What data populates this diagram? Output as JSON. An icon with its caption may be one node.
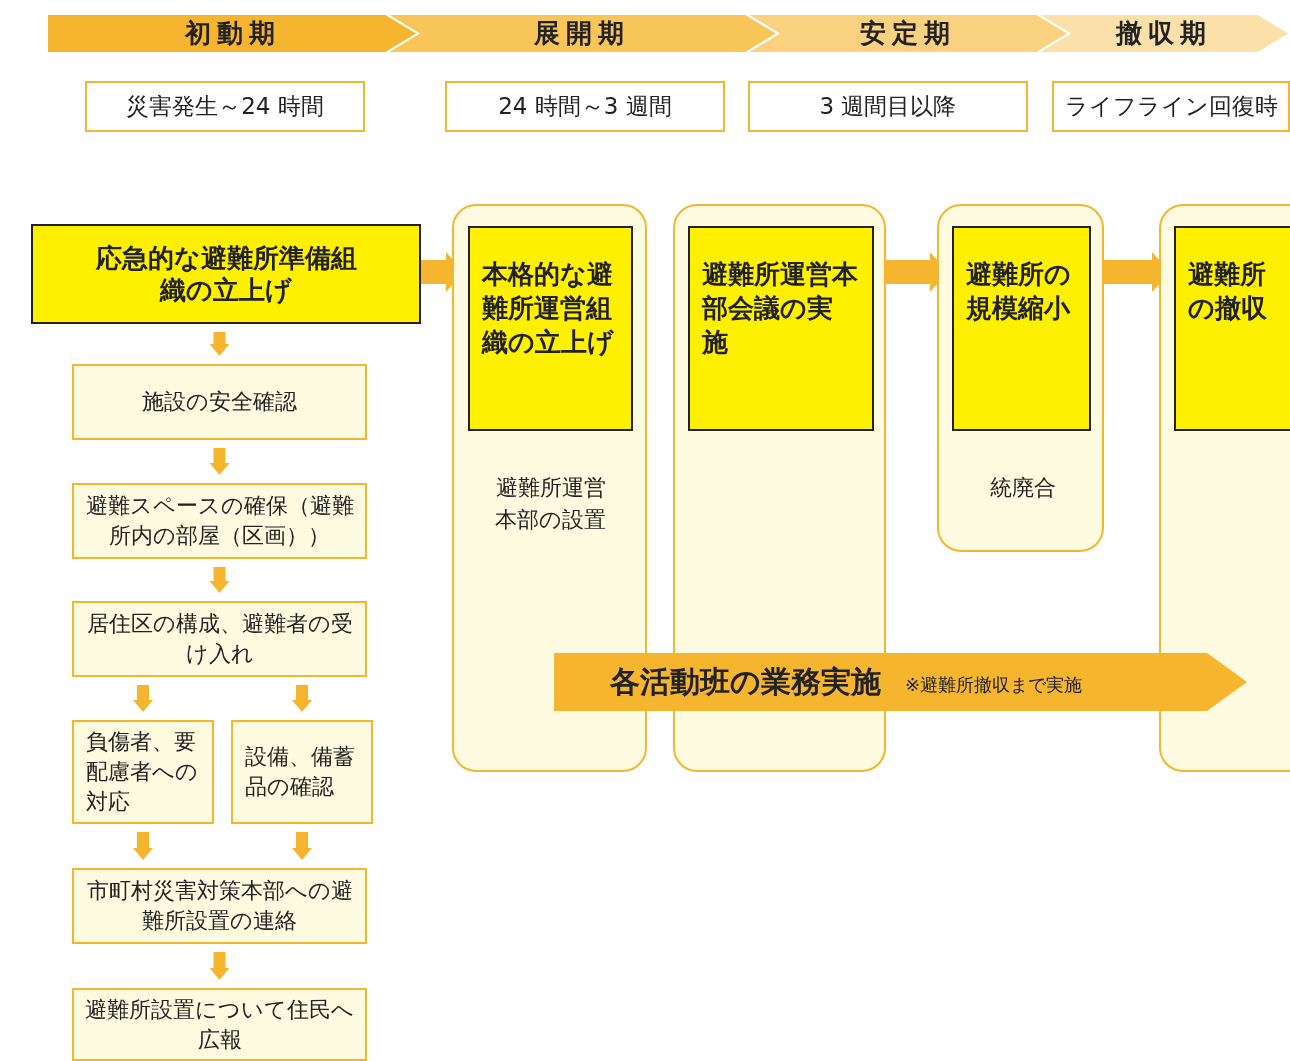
{
  "diagram": {
    "nodes": [
      {
        "text": [
          "初動期"
        ]
      },
      {
        "text": [
          "展開期"
        ]
      },
      {
        "text": [
          "安定期"
        ]
      },
      {
        "text": [
          "撤収期"
        ]
      },
      {
        "text": [
          "災害発生～24 時間"
        ]
      },
      {
        "text": [
          "24 時間～3 週間"
        ]
      },
      {
        "text": [
          "3 週間目以降"
        ]
      },
      {
        "text": [
          "ライフライン回復時"
        ]
      },
      {
        "text": [
          "応急的な避難所準備組織の立上げ"
        ]
      },
      {
        "text": [
          "施設の安全確認"
        ]
      },
      {
        "text": [
          "避難スペースの確保（避難所内の部屋（区画））"
        ]
      },
      {
        "text": [
          "居住区の構成、避難者の受け入れ"
        ]
      },
      {
        "text": [
          "負傷者、要配慮者への対応"
        ]
      },
      {
        "text": [
          "設備、備蓄品の確認"
        ]
      },
      {
        "text": [
          "市町村災害対策本部への避難所設置の連絡"
        ]
      },
      {
        "text": [
          "避難所設置について住民へ広報"
        ]
      },
      {
        "text": [
          "避難所運営本部の設置"
        ]
      },
      {
        "text": [
          "本格的な避難所運営組織の立上げ"
        ],
        "in": 16
      },
      {
        "text": [],
        "shape": "box"
      },
      {
        "text": [
          "避難所運営本部会議の実施"
        ],
        "in": 18
      },
      {
        "text": [
          "統廃合"
        ]
      },
      {
        "text": [
          "避難所の規模縮小"
        ],
        "in": 20
      },
      {
        "text": [],
        "shape": "box"
      },
      {
        "text": [
          "避難所の撤収"
        ],
        "in": 22
      },
      {
        "text": [
          "各活動班の業務実施",
          "※避難所撤収まで実施"
        ]
      }
    ],
    "edges": [
      {
        "from": 8,
        "to": 17,
        "arrow": "to",
        "style": "thick"
      },
      {
        "from": 19,
        "to": 21,
        "arrow": "to",
        "style": "thick"
      },
      {
        "from": 21,
        "to": 23,
        "arrow": "to",
        "style": "thick"
      },
      {
        "from": 8,
        "to": 9,
        "arrow": "to"
      },
      {
        "from": 9,
        "to": 10,
        "arrow": "to"
      },
      {
        "from": 10,
        "to": 11,
        "arrow": "to"
      },
      {
        "from": 11,
        "to": 12,
        "arrow": "to"
      },
      {
        "from": 11,
        "to": 13,
        "arrow": "to"
      },
      {
        "from": 12,
        "to": 14,
        "arrow": "to"
      },
      {
        "from": 13,
        "to": 14,
        "arrow": "to"
      },
      {
        "from": 14,
        "to": 15,
        "arrow": "to"
      }
    ]
  }
}
